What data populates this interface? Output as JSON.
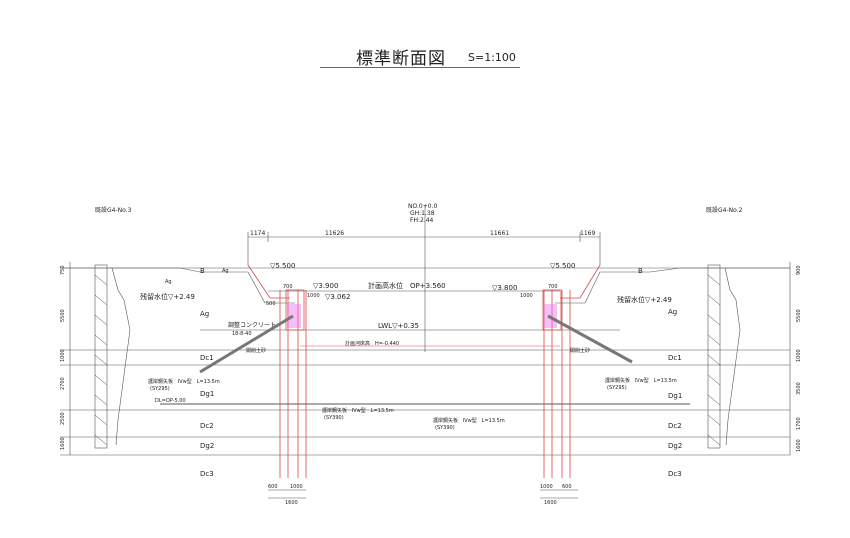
{
  "title": {
    "main": "標準断面図",
    "scale": "S=1:100"
  },
  "centerline": {
    "line1": "NO.0+0.0",
    "line2": "GH:1.38",
    "line3": "FH:2.44"
  },
  "dimensions_top": {
    "left_end": "1174",
    "left_span": "11626",
    "right_span": "11661",
    "right_end": "1169"
  },
  "levels": {
    "left_top": "▽5.500",
    "right_top": "▽5.500",
    "left_mid": "▽3.900",
    "right_mid": "▽3.800",
    "left_low": "▽3.062",
    "design_high_water": "計画高水位　OP+3.560",
    "lwl": "LWL▽+0.35",
    "design_riverbed": "計画河床高　H=-0.440"
  },
  "labels": {
    "residual_water_left": "残留水位▽+2.49",
    "residual_water_right": "残留水位▽+2.49",
    "concrete": "調整コンクリート",
    "concrete_spec": "18-8-40",
    "excavation_left": "開削土砂",
    "excavation_right": "開削土砂",
    "sheet_pile_left": "護岸鋼矢板　Ⅳw型　L=13.5m",
    "sheet_pile_left_spec": "(SY295)",
    "sheet_pile_right": "護岸鋼矢板　Ⅳw型　L=13.5m",
    "sheet_pile_right_spec": "(SY295)",
    "sheet_pile_mid1": "護岸鋼矢板　Ⅳw型　L=13.5m",
    "sheet_pile_mid1_spec": "(SY390)",
    "sheet_pile_mid2": "護岸鋼矢板　Ⅳw型　L=13.5m",
    "sheet_pile_mid2_spec": "(SY390)",
    "dl": "DL=OP-5.00",
    "b_left": "B",
    "b_right": "B",
    "ag_small": "Ag",
    "ag_small2": "Ag",
    "boring_left": "既設G4-No.3",
    "boring_right": "既設G4-No.2",
    "dim_700_left": "700",
    "dim_700_right": "700",
    "dim_500_left": "500",
    "dim_1000_left": "1000",
    "dim_1000_right": "1000"
  },
  "strata_left": [
    "Ag",
    "Dc1",
    "Dg1",
    "Dc2",
    "Dg2",
    "Dc3"
  ],
  "strata_right": [
    "Ag",
    "Dc1",
    "Dg1",
    "Dc2",
    "Dg2",
    "Dc3"
  ],
  "depth_left": [
    "750",
    "5500",
    "1000",
    "2700",
    "2500",
    "1600"
  ],
  "depth_right": [
    "900",
    "5500",
    "1000",
    "3500",
    "1700",
    "1600"
  ],
  "bottom_dims": {
    "left_a": "600",
    "left_b": "1000",
    "left_c": "1600",
    "right_a": "1000",
    "right_b": "600",
    "right_c": "1600"
  },
  "colors": {
    "pile": "#d94a4a",
    "highlight": "#e870e8",
    "strut": "#777777"
  }
}
